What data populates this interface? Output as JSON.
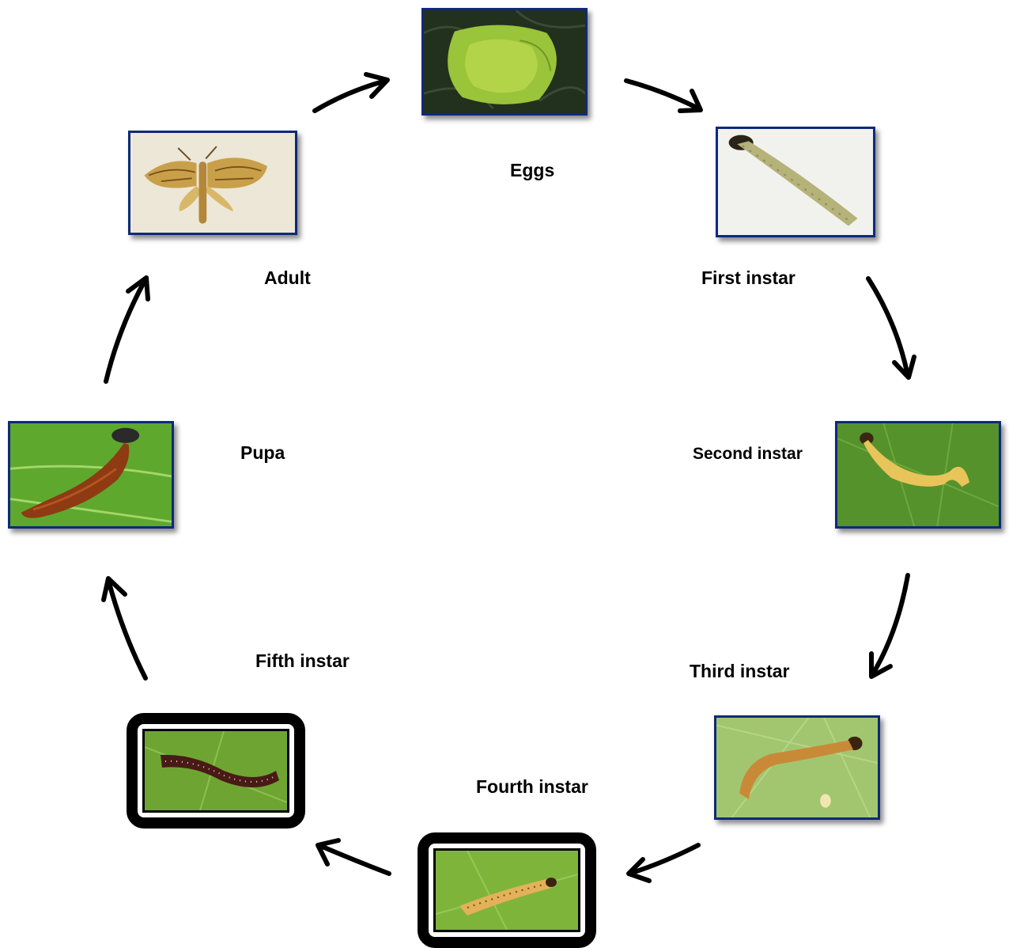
{
  "diagram": {
    "stages": [
      {
        "id": "eggs",
        "label": "Eggs"
      },
      {
        "id": "first",
        "label": "First instar"
      },
      {
        "id": "second",
        "label": "Second instar"
      },
      {
        "id": "third",
        "label": "Third instar"
      },
      {
        "id": "fourth",
        "label": "Fourth instar"
      },
      {
        "id": "fifth",
        "label": "Fifth instar"
      },
      {
        "id": "pupa",
        "label": "Pupa"
      },
      {
        "id": "adult",
        "label": "Adult"
      }
    ],
    "colors": {
      "frame_blue": "#0d2a7a",
      "arrow": "#000000",
      "leaf_green": "#5fae2e"
    }
  }
}
